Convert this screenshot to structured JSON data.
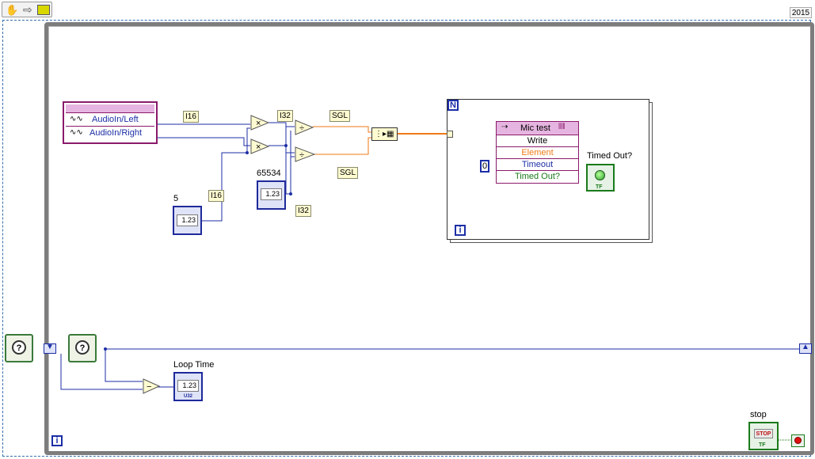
{
  "toolbar": {
    "icons": [
      "hand-icon",
      "arrow-right-icon",
      "highlight-execution-icon"
    ]
  },
  "version_label": "2015",
  "cluster": {
    "items": [
      "AudioIn/Left",
      "AudioIn/Right"
    ]
  },
  "types": {
    "i16_a": "I16",
    "i16_b": "I16",
    "i32_a": "I32",
    "i32_b": "I32",
    "sgl_a": "SGL",
    "sgl_b": "SGL"
  },
  "constants": {
    "const_5_label": "5",
    "const_65534_label": "65534"
  },
  "numeric_display": "1.23",
  "for_loop": {
    "count_terminal": "N",
    "iteration_terminal": "i"
  },
  "shared_variable": {
    "title": "Mic test",
    "mode": "Write",
    "element": "Element",
    "timeout": "Timeout",
    "timed_out": "Timed Out?"
  },
  "timeout_constant": "0",
  "timed_out_indicator": {
    "label": "Timed Out?",
    "foot": "TF"
  },
  "loop_time": {
    "label": "Loop Time",
    "foot": "U32"
  },
  "while_loop": {
    "iteration_terminal": "i"
  },
  "stop": {
    "label": "stop",
    "button": "STOP",
    "foot": "TF"
  },
  "colors": {
    "wire_int": "#1c2ea6",
    "wire_float": "#ef7a16",
    "boolean": "#1a7a1a",
    "cluster": "#8a1a6a",
    "frame": "#7a7a7a"
  }
}
